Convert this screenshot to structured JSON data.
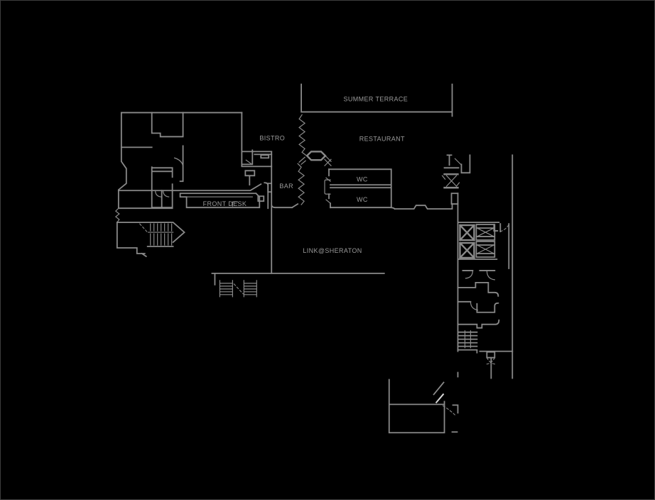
{
  "floor_plan": {
    "labels": {
      "summer_terrace": "SUMMER TERRACE",
      "bistro": "BISTRO",
      "restaurant": "RESTAURANT",
      "bar": "BAR",
      "wc_upper": "WC",
      "wc_lower": "WC",
      "front_desk": "FRONT DESK",
      "link_at_sheraton": "LINK@SHERATON"
    },
    "colors": {
      "background": "#000000",
      "line": "#8a8a8a",
      "text": "#9b9b9b",
      "highlight": "#d8d8d8",
      "border": "#3d3d3d"
    }
  }
}
